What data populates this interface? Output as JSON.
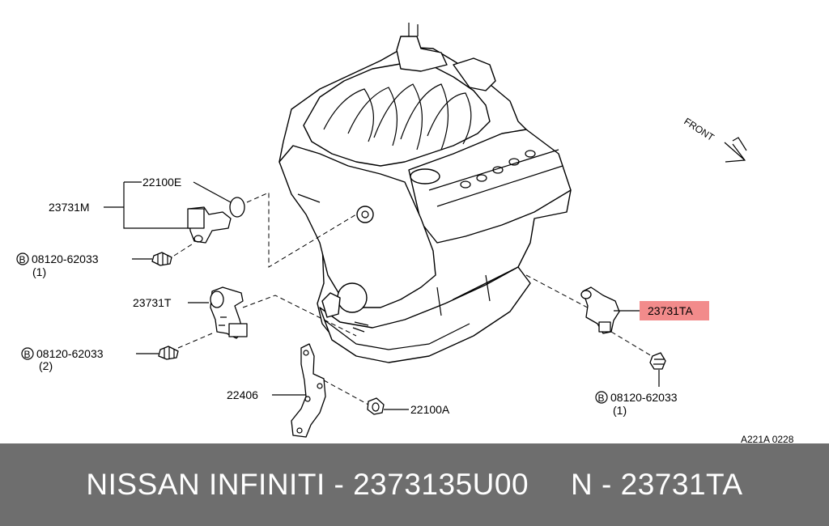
{
  "diagram": {
    "front_label": "FRONT",
    "code": "A221A 0228",
    "highlight_color": "#f28b8b",
    "labels": {
      "p22100E": "22100E",
      "p23731M": "23731M",
      "bolt1": "08120-62033",
      "bolt1_qty": "(1)",
      "p23731T": "23731T",
      "bolt2": "08120-62033",
      "bolt2_qty": "(2)",
      "p22406": "22406",
      "p22100A": "22100A",
      "p23731TA": "23731TA",
      "bolt3": "08120-62033",
      "bolt3_qty": "(1)",
      "bolt_symbol": "B"
    }
  },
  "footer": {
    "left": "NISSAN INFINITI - 2373135U00",
    "right": "N - 23731TA",
    "background": "#6e6e6e"
  }
}
